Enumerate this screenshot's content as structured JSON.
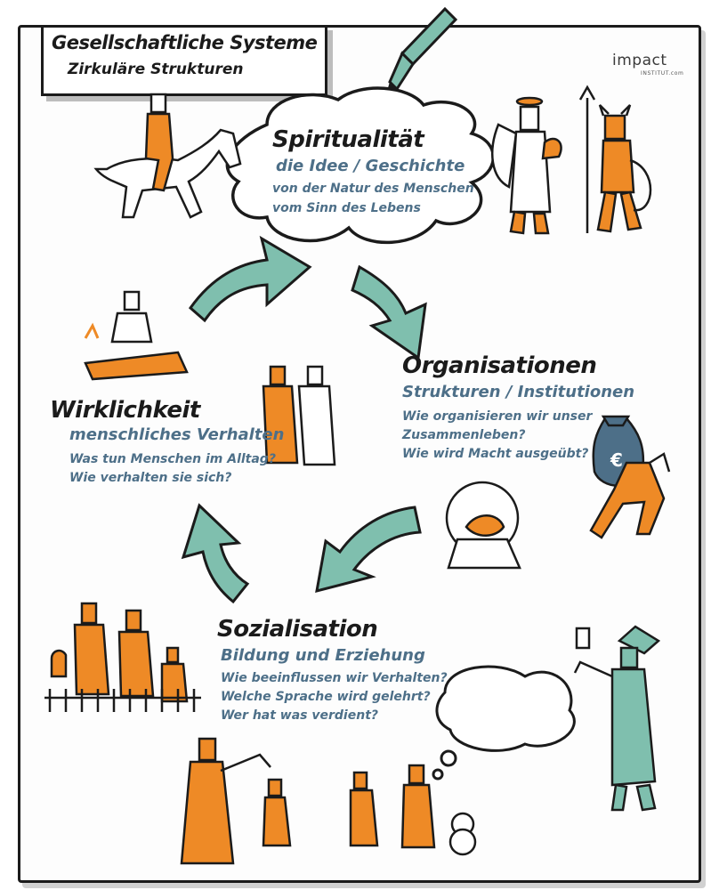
{
  "header": {
    "title": "Gesellschaftliche Systeme",
    "subtitle": "Zirkuläre Strukturen"
  },
  "logo": {
    "text": "impact",
    "subtext": "INSTITUT.com"
  },
  "sections": {
    "spiritualitaet": {
      "heading": "Spiritualität",
      "subheading": "die Idee / Geschichte",
      "lines": [
        "von der Natur des Menschen",
        "vom Sinn des Lebens"
      ]
    },
    "organisationen": {
      "heading": "Organisationen",
      "subheading": "Strukturen / Institutionen",
      "lines": [
        "Wie organisieren wir unser",
        "Zusammenleben?",
        "Wie wird Macht ausgeübt?"
      ]
    },
    "wirklichkeit": {
      "heading": "Wirklichkeit",
      "subheading": "menschliches Verhalten",
      "lines": [
        "Was tun Menschen im Alltag?",
        "Wie verhalten sie sich?"
      ]
    },
    "sozialisation": {
      "heading": "Sozialisation",
      "subheading": "Bildung und Erziehung",
      "lines": [
        "Wie beeinflussen wir Verhalten?",
        "Welche Sprache wird gelehrt?",
        "Wer hat was verdient?"
      ]
    }
  },
  "symbols": {
    "money_bag": "€"
  },
  "colors": {
    "accent_orange": "#ee8a26",
    "arrow_teal": "#7fbfae",
    "text_blue": "#4d6f88",
    "ink": "#1b1b1b"
  }
}
